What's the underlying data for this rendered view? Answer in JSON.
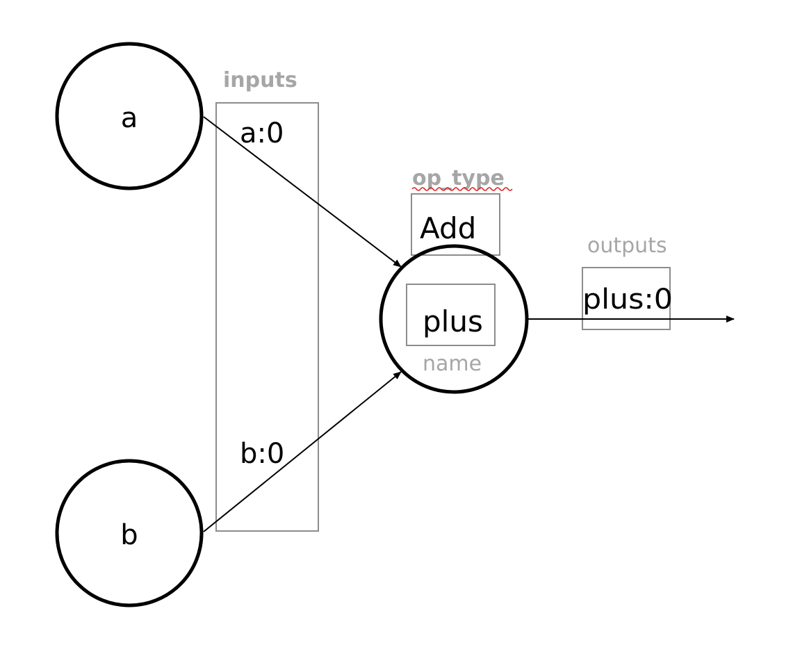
{
  "nodes": {
    "a": "a",
    "b": "b",
    "plus": "plus"
  },
  "inputs": {
    "label": "inputs",
    "ports": [
      "a:0",
      "b:0"
    ]
  },
  "op_type": {
    "label": "op_type",
    "value": "Add"
  },
  "name": {
    "label": "name"
  },
  "outputs": {
    "label": "outputs",
    "ports": [
      "plus:0"
    ]
  },
  "colors": {
    "stroke": "#000000",
    "annotation_box": "#8c8c8c",
    "annotation_text": "#a6a6a6",
    "spellcheck": "#e02020"
  }
}
